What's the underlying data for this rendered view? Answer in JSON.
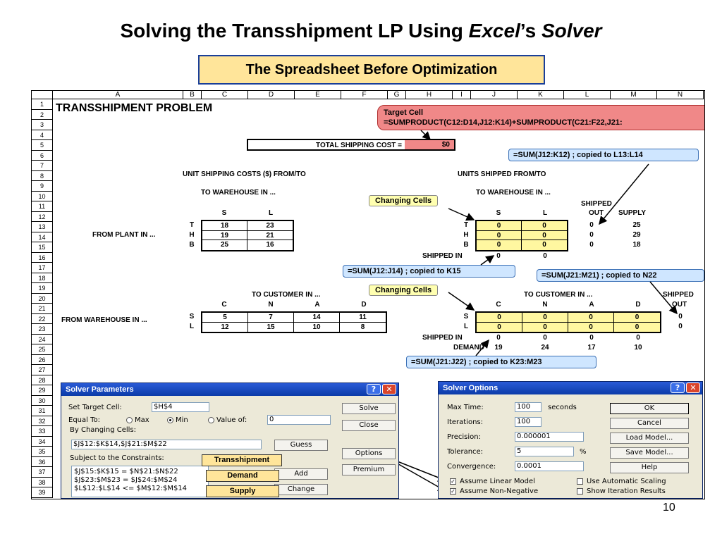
{
  "slide": {
    "title_main": "Solving the Transshipment LP Using ",
    "title_excel": "Excel",
    "title_apos": "’s ",
    "title_solver": "Solver",
    "subtitle": "The Spreadsheet Before Optimization",
    "page_number": "10"
  },
  "sheet": {
    "columns": [
      "A",
      "B",
      "C",
      "D",
      "E",
      "F",
      "G",
      "H",
      "I",
      "J",
      "K",
      "L",
      "M",
      "N"
    ],
    "rows": [
      "1",
      "2",
      "3",
      "4",
      "5",
      "6",
      "7",
      "8",
      "9",
      "10",
      "11",
      "12",
      "13",
      "14",
      "15",
      "16",
      "17",
      "18",
      "19",
      "20",
      "21",
      "22",
      "23",
      "24",
      "25",
      "26",
      "27",
      "28",
      "29",
      "30",
      "31",
      "32",
      "33",
      "34",
      "35",
      "36",
      "37",
      "38",
      "39"
    ],
    "heading": "TRANSSHIPMENT PROBLEM",
    "total_label": "TOTAL SHIPPING COST =",
    "total_value": "$0",
    "unit_costs_label": "UNIT SHIPPING COSTS ($) FROM/TO",
    "units_shipped_label": "UNITS SHIPPED FROM/TO",
    "to_warehouse_left": "TO WAREHOUSE IN ...",
    "to_warehouse_right": "TO WAREHOUSE IN ...",
    "shipped_header": "SHIPPED",
    "out_header": "OUT",
    "supply_header": "SUPPLY",
    "from_plant": "FROM PLANT IN ...",
    "warehouses": [
      "S",
      "L"
    ],
    "plants": [
      "T",
      "H",
      "B"
    ],
    "plant_costs": [
      [
        "18",
        "23"
      ],
      [
        "19",
        "21"
      ],
      [
        "25",
        "16"
      ]
    ],
    "plant_flows": [
      [
        "0",
        "0"
      ],
      [
        "0",
        "0"
      ],
      [
        "0",
        "0"
      ]
    ],
    "plant_shipped_out": [
      "0",
      "0",
      "0"
    ],
    "supply": [
      "25",
      "29",
      "18"
    ],
    "shipped_in_label": "SHIPPED IN",
    "warehouse_shipped_in": [
      "0",
      "0"
    ],
    "to_customer_left": "TO CUSTOMER IN ...",
    "to_customer_right": "TO CUSTOMER IN ...",
    "shipped_header2": "SHIPPED",
    "out_header2": "OUT",
    "customers": [
      "C",
      "N",
      "A",
      "D"
    ],
    "from_warehouse": "FROM WAREHOUSE IN ...",
    "warehouse_costs": [
      [
        "5",
        "7",
        "14",
        "11"
      ],
      [
        "12",
        "15",
        "10",
        "8"
      ]
    ],
    "warehouse_flows": [
      [
        "0",
        "0",
        "0",
        "0"
      ],
      [
        "0",
        "0",
        "0",
        "0"
      ]
    ],
    "warehouse_shipped_out": [
      "0",
      "0"
    ],
    "customer_shipped_in_label": "SHIPPED IN",
    "customer_shipped_in": [
      "0",
      "0",
      "0",
      "0"
    ],
    "demand_label": "DEMAND",
    "demand": [
      "19",
      "24",
      "17",
      "10"
    ]
  },
  "annotations": {
    "target_cell_title": "Target Cell",
    "target_cell_formula": "=SUMPRODUCT(C12:D14,J12:K14)+SUMPRODUCT(C21:F22,J21:",
    "sum_l": "=SUM(J12:K12)   ;   copied to L13:L14",
    "sum_k15": "=SUM(J12:J14)   ;   copied to K15",
    "sum_n22": "=SUM(J21:M21)   ;   copied to N22",
    "sum_k23": "=SUM(J21:J22)   ;   copied to K23:M23",
    "changing_cells_1": "Changing Cells",
    "changing_cells_2": "Changing Cells",
    "tag_transshipment": "Transshipment",
    "tag_demand": "Demand",
    "tag_supply": "Supply"
  },
  "solver_params": {
    "title": "Solver Parameters",
    "help_btn": "?",
    "close_btn": "✕",
    "set_target_label": "Set Target Cell:",
    "target_value": "$H$4",
    "equal_to_label": "Equal To:",
    "max_label": "Max",
    "min_label": "Min",
    "value_of_label": "Value of:",
    "value_of_value": "0",
    "by_changing_label": "By Changing Cells:",
    "changing_value": "$J$12:$K$14,$J$21:$M$22",
    "guess_btn": "Guess",
    "subject_label": "Subject to the Constraints:",
    "constraints": [
      "$J$15:$K$15 = $N$21:$N$22",
      "$J$23:$M$23 = $J$24:$M$24",
      "$L$12:$L$14 <= $M$12:$M$14"
    ],
    "add_btn": "Add",
    "change_btn": "Change",
    "solve_btn": "Solve",
    "close_label": "Close",
    "options_btn": "Options",
    "premium_btn": "Premium"
  },
  "solver_options": {
    "title": "Solver Options",
    "help_btn": "?",
    "close_btn": "✕",
    "max_time_label": "Max Time:",
    "max_time_value": "100",
    "seconds_label": "seconds",
    "iterations_label": "Iterations:",
    "iterations_value": "100",
    "precision_label": "Precision:",
    "precision_value": "0.000001",
    "tolerance_label": "Tolerance:",
    "tolerance_value": "5",
    "percent": "%",
    "convergence_label": "Convergence:",
    "convergence_value": "0.0001",
    "ok_btn": "OK",
    "cancel_btn": "Cancel",
    "load_btn": "Load Model...",
    "save_btn": "Save Model...",
    "help_label": "Help",
    "assume_linear": "Assume Linear Model",
    "assume_nonneg": "Assume Non-Negative",
    "auto_scaling": "Use Automatic Scaling",
    "show_iter": "Show Iteration Results",
    "check_mark": "✓"
  },
  "colors": {
    "title_bar": "#0b3ba8",
    "target_fill": "#f08888",
    "callout_fill": "#cfe6ff",
    "changing_fill": "#fff7a0",
    "tag_fill": "#ffe59a"
  }
}
